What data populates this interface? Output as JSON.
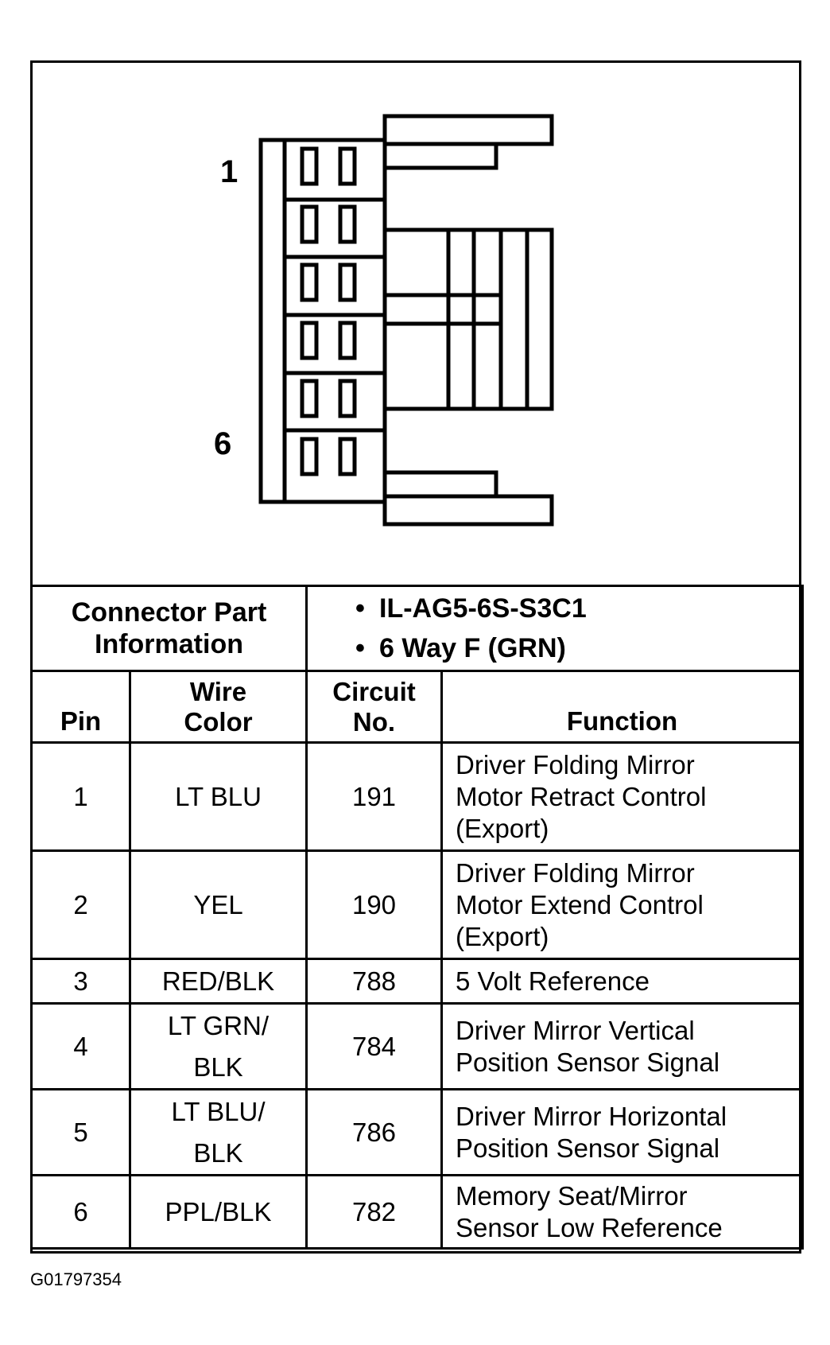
{
  "diagram": {
    "pin_first_label": "1",
    "pin_last_label": "6"
  },
  "connector_info": {
    "label_line1": "Connector Part",
    "label_line2": "Information",
    "part_number": "IL-AG5-6S-S3C1",
    "description": "6 Way F (GRN)"
  },
  "table": {
    "headers": {
      "pin": "Pin",
      "wire_color_line1": "Wire",
      "wire_color_line2": "Color",
      "circuit_line1": "Circuit",
      "circuit_line2": "No.",
      "function": "Function"
    },
    "rows": [
      {
        "pin": "1",
        "color_line1": "LT BLU",
        "color_line2": "",
        "circuit": "191",
        "function_lines": [
          "Driver Folding Mirror",
          "Motor Retract Control",
          "(Export)"
        ]
      },
      {
        "pin": "2",
        "color_line1": "YEL",
        "color_line2": "",
        "circuit": "190",
        "function_lines": [
          "Driver Folding Mirror",
          "Motor Extend Control",
          "(Export)"
        ]
      },
      {
        "pin": "3",
        "color_line1": "RED/BLK",
        "color_line2": "",
        "circuit": "788",
        "function_lines": [
          "5 Volt Reference",
          "",
          ""
        ]
      },
      {
        "pin": "4",
        "color_line1": "LT GRN/",
        "color_line2": "BLK",
        "circuit": "784",
        "function_lines": [
          "Driver Mirror Vertical",
          "Position Sensor Signal",
          ""
        ]
      },
      {
        "pin": "5",
        "color_line1": "LT BLU/",
        "color_line2": "BLK",
        "circuit": "786",
        "function_lines": [
          "Driver Mirror Horizontal",
          "Position Sensor Signal",
          ""
        ]
      },
      {
        "pin": "6",
        "color_line1": "PPL/BLK",
        "color_line2": "",
        "circuit": "782",
        "function_lines": [
          "Memory Seat/Mirror",
          "Sensor Low Reference",
          ""
        ]
      }
    ]
  },
  "figure_code": "G01797354"
}
